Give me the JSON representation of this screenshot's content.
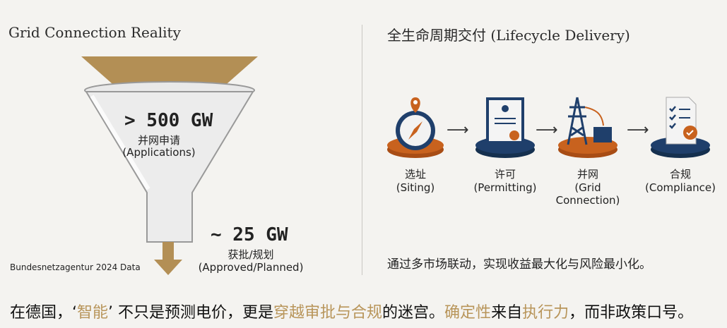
{
  "left": {
    "title": "Grid Connection Reality",
    "top_value": "> 500 GW",
    "top_cn": "并网申请",
    "top_en": "(Applications)",
    "bottom_value": "~ 25 GW",
    "bottom_cn": "获批/规划",
    "bottom_en": "(Approved/Planned)",
    "source": "Bundesnetzagentur 2024 Data"
  },
  "right": {
    "title": "全生命周期交付 (Lifecycle Delivery)",
    "steps": [
      {
        "cn": "选址",
        "en": "(Siting)",
        "icon": "compass-pin-icon"
      },
      {
        "cn": "许可",
        "en": "(Permitting)",
        "icon": "certificate-icon"
      },
      {
        "cn": "并网",
        "en": "(Grid Connection)",
        "icon": "pylon-transformer-icon"
      },
      {
        "cn": "合规",
        "en": "(Compliance)",
        "icon": "checklist-icon"
      }
    ],
    "summary": "通过多市场联动，实现收益最大化与风险最小化。"
  },
  "bottom": {
    "p1": "在德国，‘",
    "h1": "智能",
    "p2": "’ 不只是预测电价，更是",
    "h2": "穿越审批与合规",
    "p3": "的迷宫。",
    "h3": "确定性",
    "p4": "来自",
    "h4": "执行力",
    "p5": "，而非政策口号。"
  },
  "colors": {
    "accent": "#b8955a",
    "orange": "#c8621e",
    "navy": "#1f3f6b"
  }
}
